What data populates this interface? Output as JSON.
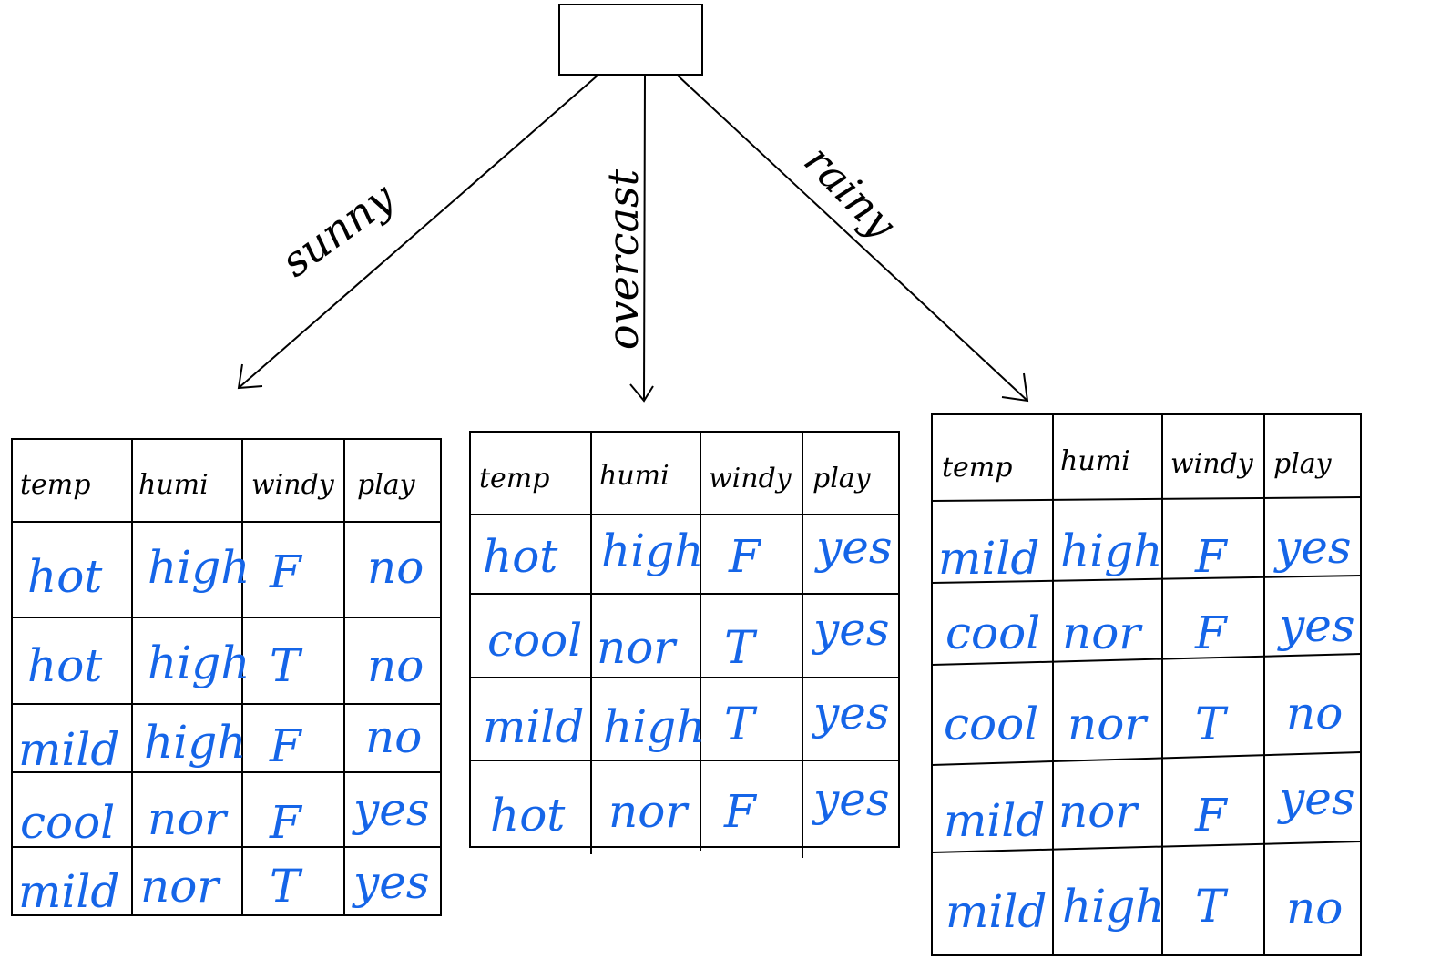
{
  "colors": {
    "ink": "#000000",
    "handwriting_blue": "#1565e8"
  },
  "root": {
    "label": ""
  },
  "branches": [
    {
      "label": "sunny",
      "table": {
        "headers": [
          "temp",
          "humi",
          "windy",
          "play"
        ],
        "rows": [
          [
            "hot",
            "high",
            "F",
            "no"
          ],
          [
            "hot",
            "high",
            "T",
            "no"
          ],
          [
            "mild",
            "high",
            "F",
            "no"
          ],
          [
            "cool",
            "nor",
            "F",
            "yes"
          ],
          [
            "mild",
            "nor",
            "T",
            "yes"
          ]
        ]
      }
    },
    {
      "label": "overcast",
      "table": {
        "headers": [
          "temp",
          "humi",
          "windy",
          "play"
        ],
        "rows": [
          [
            "hot",
            "high",
            "F",
            "yes"
          ],
          [
            "cool",
            "nor",
            "T",
            "yes"
          ],
          [
            "mild",
            "high",
            "T",
            "yes"
          ],
          [
            "hot",
            "nor",
            "F",
            "yes"
          ]
        ]
      }
    },
    {
      "label": "rainy",
      "table": {
        "headers": [
          "temp",
          "humi",
          "windy",
          "play"
        ],
        "rows": [
          [
            "mild",
            "high",
            "F",
            "yes"
          ],
          [
            "cool",
            "nor",
            "F",
            "yes"
          ],
          [
            "cool",
            "nor",
            "T",
            "no"
          ],
          [
            "mild",
            "nor",
            "F",
            "yes"
          ],
          [
            "mild",
            "high",
            "T",
            "no"
          ]
        ]
      }
    }
  ]
}
